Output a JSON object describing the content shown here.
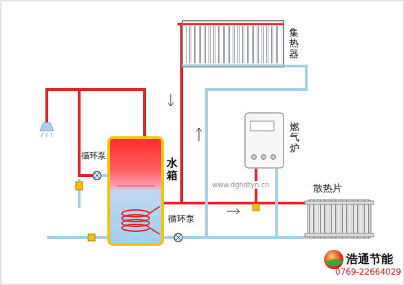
{
  "diagram": {
    "nodes": [
      {
        "text": [
          "集热器"
        ]
      },
      {
        "text": [
          "燃气炉"
        ]
      },
      {
        "text": [
          "循环泵"
        ]
      },
      {
        "text": [
          "水箱"
        ]
      },
      {
        "text": [
          "散热片"
        ]
      },
      {
        "text": [
          "循环泵"
        ]
      }
    ],
    "edges": [
      {
        "from": 0,
        "to": 3,
        "arrow": "none"
      },
      {
        "from": 3,
        "to": 4,
        "arrow": "none"
      },
      {
        "from": 1,
        "to": 4,
        "arrow": "none"
      },
      {
        "from": 3,
        "to": 5,
        "arrow": "none"
      },
      {
        "from": 5,
        "to": 0,
        "arrow": "none"
      },
      {
        "from": 4,
        "to": 5,
        "arrow": "none"
      },
      {
        "from": 1,
        "to": 5,
        "arrow": "none"
      },
      {
        "from": 2,
        "to": 3,
        "arrow": "none"
      }
    ],
    "labels": [
      "www.dghdtyn.cn",
      "浩通节能",
      "0769-22664029"
    ]
  }
}
